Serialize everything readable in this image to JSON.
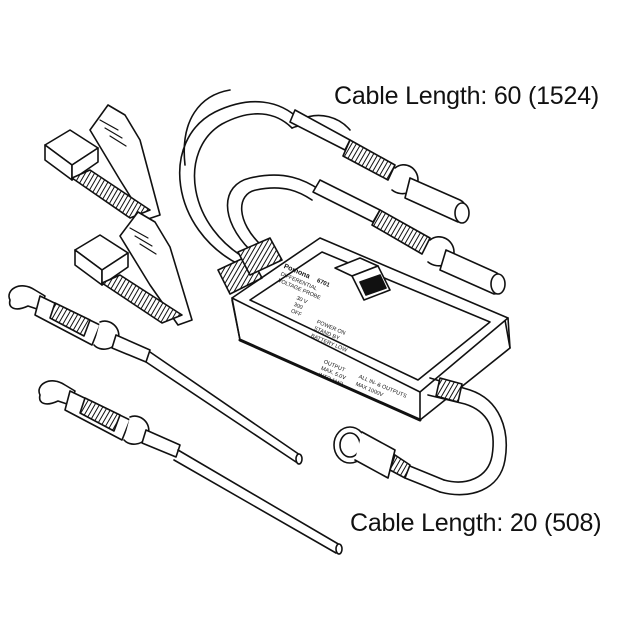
{
  "callouts": {
    "top": "Cable Length: 60 (1524)",
    "bottom": "Cable Length: 20 (508)"
  },
  "probe_label": {
    "brand": "Pomona",
    "model": "6701",
    "line1": "DIFFERENTIAL",
    "line2": "VOLTAGE PROBE",
    "switch_hi": "30 V",
    "switch_lo": "300",
    "off": "OFF",
    "power_on": "POWER ON",
    "standby": "STAND BY",
    "battery": "BATTERY LOW",
    "output": "OUTPUT",
    "output_sub": "MAX. 5.0V",
    "output_sub2": "INTO 1MΩ",
    "all_in": "ALL IN- & OUTPUTS",
    "max_volt": "MAX 1000V"
  },
  "colors": {
    "stroke": "#111111",
    "fill": "#ffffff",
    "shade": "#cfcfcf"
  }
}
